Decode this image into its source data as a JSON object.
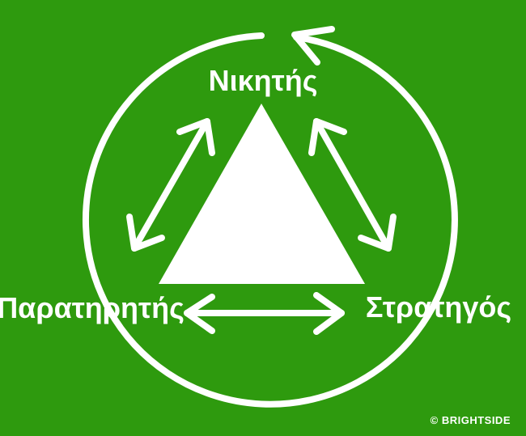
{
  "colors": {
    "background": "#2e9a0e",
    "foreground": "#ffffff"
  },
  "labels": {
    "top": "Νικητής",
    "left": "Παρατηρητής",
    "right": "Στρατηγός"
  },
  "watermark": "© BRIGHTSIDE"
}
